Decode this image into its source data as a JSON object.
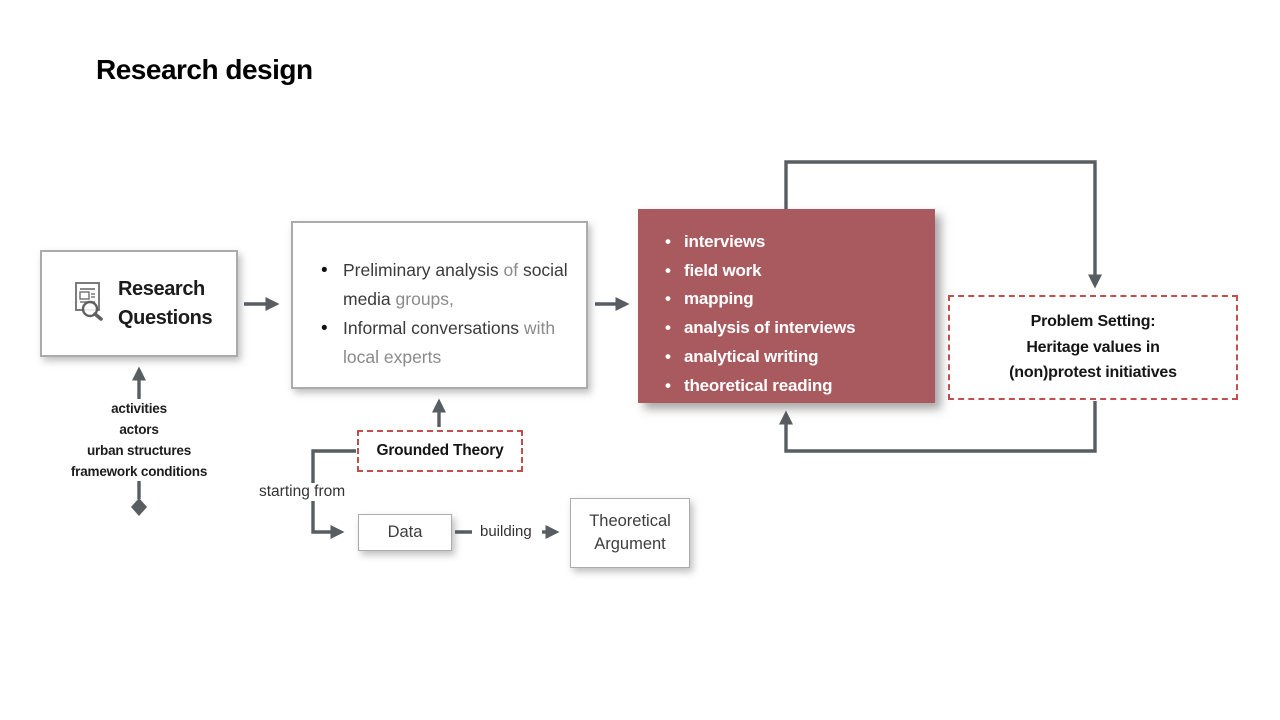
{
  "slide": {
    "title": "Research design"
  },
  "palette": {
    "methods_box_fill": "#a85a5e",
    "dashed_border_red": "#c0504d",
    "connector_gray": "#575d61",
    "muted_text_gray": "#8a8a8a"
  },
  "research_questions": {
    "icon": "document-magnifier-icon",
    "label": "Research\nQuestions"
  },
  "context": {
    "lines": [
      "activities",
      "actors",
      "urban structures",
      "framework conditions"
    ]
  },
  "preliminary": {
    "bullets": [
      {
        "segments": [
          {
            "text": "Preliminary analysis",
            "muted": false
          },
          {
            "text": " of ",
            "muted": true
          },
          {
            "text": "social media",
            "muted": false
          },
          {
            "text": " groups,",
            "muted": true
          }
        ]
      },
      {
        "segments": [
          {
            "text": "Informal conversations",
            "muted": false
          },
          {
            "text": " with local experts",
            "muted": true
          }
        ]
      }
    ]
  },
  "methods": {
    "items": [
      "interviews",
      "field work",
      "mapping",
      "analysis of interviews",
      "analytical writing",
      "theoretical reading"
    ]
  },
  "problem_setting": {
    "label": "Problem Setting:\nHeritage values in\n(non)protest initiatives"
  },
  "grounded_theory": {
    "label": "Grounded Theory"
  },
  "flow_labels": {
    "starting_from": "starting from",
    "building": "building"
  },
  "data_node": {
    "label": "Data"
  },
  "theoretical_argument": {
    "label": "Theoretical\nArgument"
  }
}
